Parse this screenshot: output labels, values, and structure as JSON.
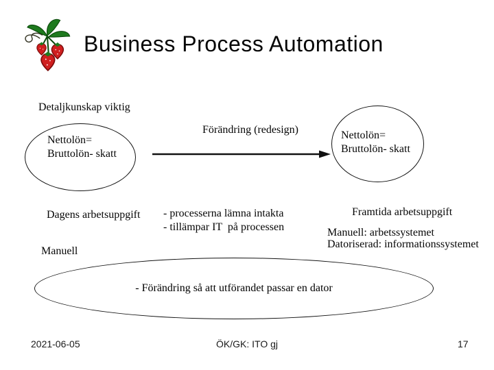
{
  "slide": {
    "title": "Business Process Automation",
    "subtitle": "Detaljkunskap viktig",
    "left_ellipse": {
      "line1": "Nettolön=",
      "line2": "Bruttolön- skatt"
    },
    "arrow_label": "Förändring (redesign)",
    "right_ellipse": {
      "line1": "Nettolön=",
      "line2": "Bruttolön- skatt"
    },
    "dagens_label": "Dagens arbetsuppgift",
    "process_list": {
      "line1": "- processerna lämna intakta",
      "line2": "- tillämpar IT  på processen"
    },
    "framtida_label": "Framtida arbetsuppgift",
    "systems_list": {
      "line1": "Manuell: arbetssystemet",
      "line2": "Datoriserad: informationssystemet"
    },
    "manuell_label": "Manuell",
    "bottom_ellipse_text": "- Förändring så att utförandet passar en dator",
    "footer": {
      "date": "2021-06-05",
      "center": "ÖK/GK: ITO gj",
      "page": "17"
    }
  },
  "icons": {
    "strawberry": "strawberry-clipart"
  },
  "colors": {
    "background": "#ffffff",
    "text": "#060606",
    "shape_outline": "#111111",
    "leaf_green": "#1e7a1e",
    "leaf_dark": "#0c4a0c",
    "berry_red": "#cf1f1f",
    "berry_dark": "#7a0a0a"
  }
}
